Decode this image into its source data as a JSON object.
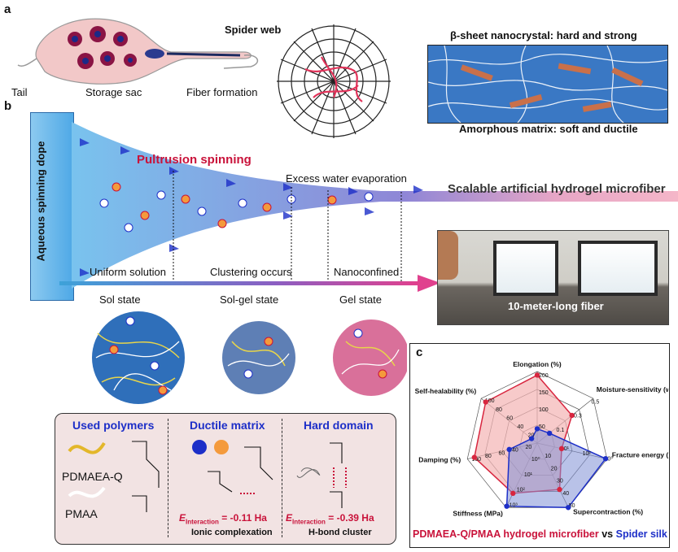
{
  "panel_a": {
    "letter": "a",
    "tail": "Tail",
    "storage_sac": "Storage sac",
    "fiber_formation": "Fiber formation",
    "spider_web": "Spider web",
    "beta_sheet": "β-sheet nanocrystal: hard and strong",
    "amorphous": "Amorphous matrix: soft and ductile"
  },
  "panel_b": {
    "letter": "b",
    "aqueous": "Aqueous spinning dope",
    "pultrusion": "Pultrusion spinning",
    "evaporation": "Excess water evaporation",
    "scalable": "Scalable artificial hydrogel microfiber",
    "stages": [
      {
        "top": "Uniform solution",
        "state": "Sol state"
      },
      {
        "top": "Clustering occurs",
        "state": "Sol-gel state"
      },
      {
        "top": "Nanoconfined",
        "state": "Gel state"
      }
    ],
    "photo_label": "10-meter-long fiber",
    "box": {
      "col1_title": "Used polymers",
      "col2_title": "Ductile matrix",
      "col3_title": "Hard domain",
      "polymer1": "PDMAEA-Q",
      "polymer2": "PMAA",
      "e_interaction_label": "E",
      "e_sub": "Interaction",
      "e1": "= -0.11 Ha",
      "e2": "= -0.39 Ha",
      "caption2": "Ionic complexation",
      "caption3": "H-bond cluster"
    },
    "colors": {
      "accent_red": "#c9123a",
      "blue": "#1d2fc8",
      "fiber_pink": "#f4b6c8"
    }
  },
  "panel_c": {
    "letter": "c",
    "axes": [
      {
        "name": "Elongation (%)",
        "ticks": [
          "50",
          "100",
          "150",
          "200"
        ]
      },
      {
        "name": "Moisture-sensitivity (wt%/RH%)",
        "ticks": [
          "0.1",
          "0.3",
          "0.5"
        ]
      },
      {
        "name": "Fracture energy (kJ m⁻²)",
        "ticks": [
          "10¹",
          "10²",
          "10³"
        ]
      },
      {
        "name": "Supercontraction (%)",
        "ticks": [
          "10",
          "20",
          "30",
          "40",
          "50"
        ]
      },
      {
        "name": "Stiffness (MPa)",
        "ticks": [
          "10⁰",
          "10¹",
          "10²",
          "10³"
        ]
      },
      {
        "name": "Damping (%)",
        "ticks": [
          "20",
          "40",
          "60",
          "80",
          "100"
        ]
      },
      {
        "name": "Self-healability (%)",
        "ticks": [
          "20",
          "40",
          "60",
          "80",
          "100"
        ]
      }
    ],
    "legend_a": "PDMAEA-Q/PMAA hydrogel microfiber",
    "legend_vs": "vs",
    "legend_b": "Spider silk",
    "series_a_color": "#d8263f",
    "series_b_color": "#1d2fc8"
  }
}
